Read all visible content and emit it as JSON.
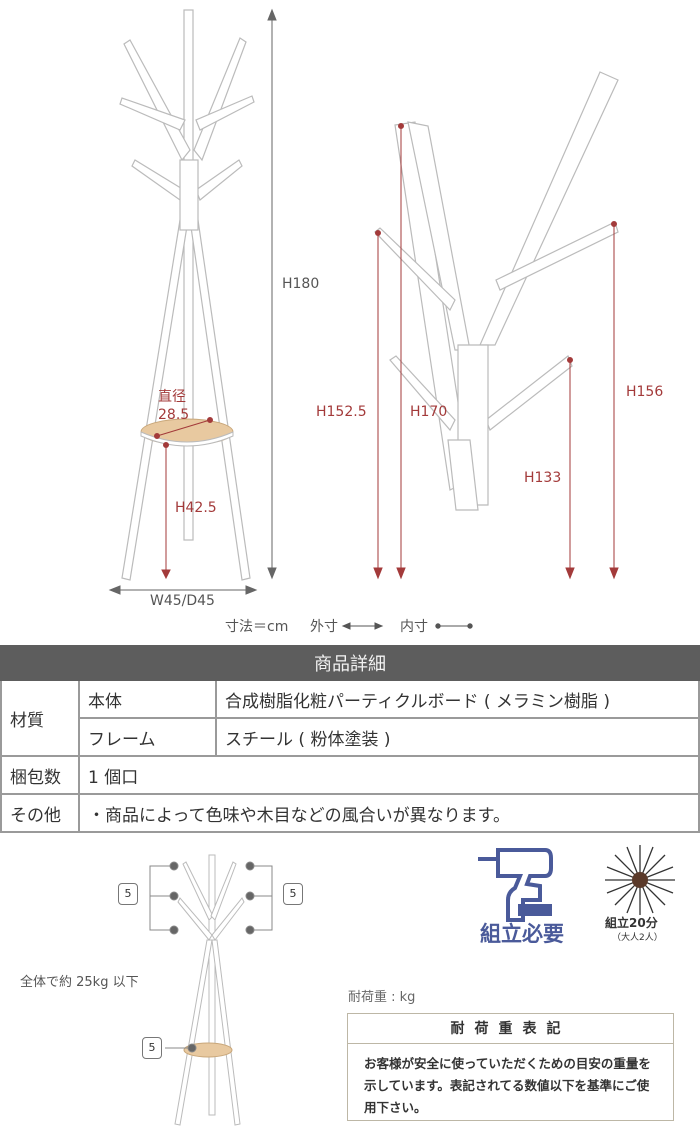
{
  "diagram": {
    "height_total": "H180",
    "diameter_label": "直径",
    "diameter_value": "28.5",
    "shelf_height": "H42.5",
    "width_depth": "W45/D45",
    "side_heights": [
      "H152.5",
      "H170",
      "H156",
      "H133"
    ],
    "legend": {
      "unit": "寸法＝cm",
      "outer": "外寸",
      "inner": "内寸"
    },
    "accent_color": "#a33a3a"
  },
  "details": {
    "title": "商品詳細",
    "rows": [
      {
        "label": "材質",
        "sub": [
          {
            "label": "本体",
            "value": "合成樹脂化粧パーティクルボード ( メラミン樹脂 )"
          },
          {
            "label": "フレーム",
            "value": "スチール ( 粉体塗装 )"
          }
        ]
      },
      {
        "label": "梱包数",
        "value": "1 個口"
      },
      {
        "label": "その他",
        "value": "・商品によって色味や木目などの風合いが異なります。"
      }
    ]
  },
  "load": {
    "hook_weight": "5",
    "total": "全体で約 25kg 以下",
    "unit_label": "耐荷重 : kg",
    "notice_title": "耐荷重表記",
    "notice_body": "お客様が安全に使っていただくための目安の重量を示しています。表記されてる数値以下を基準にご使用下さい。"
  },
  "assembly": {
    "required": "組立必要",
    "time": "組立20分",
    "people": "（大人2人）",
    "icon_color": "#4a5a9a"
  }
}
